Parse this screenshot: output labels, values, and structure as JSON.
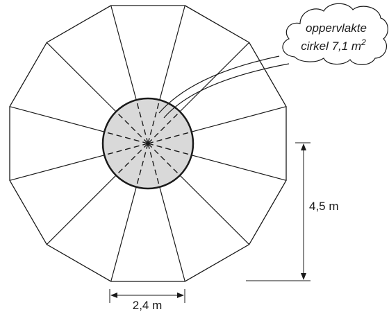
{
  "callout": {
    "line1": "oppervlakte",
    "line2_prefix": "cirkel 7,1 m",
    "line2_sup": "2"
  },
  "dimensions": {
    "height_label": "4,5 m",
    "width_label": "2,4 m"
  },
  "colors": {
    "stroke": "#1a1a1a",
    "circle_fill": "#d9d9d9"
  }
}
